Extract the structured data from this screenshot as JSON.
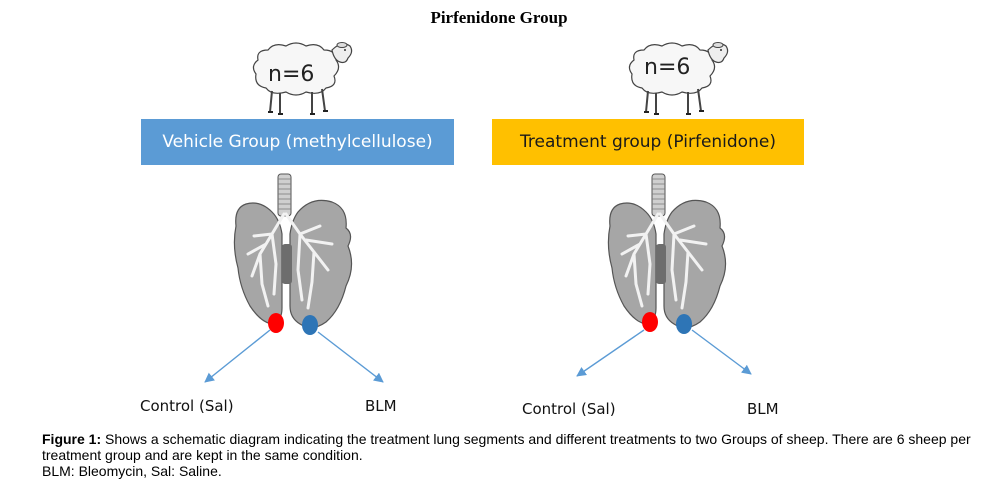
{
  "title": "Pirfenidone Group",
  "groups": [
    {
      "count_label": "n=6",
      "name": "Vehicle Group (methylcellulose)",
      "color": "#5b9bd5",
      "markers": [
        {
          "color": "#ff0000",
          "label": "Control (Sal)"
        },
        {
          "color": "#2e75b6",
          "label": "BLM"
        }
      ]
    },
    {
      "count_label": "n=6",
      "name": "Treatment group (Pirfenidone)",
      "color": "#ffc000",
      "markers": [
        {
          "color": "#ff0000",
          "label": "Control (Sal)"
        },
        {
          "color": "#2e75b6",
          "label": "BLM"
        }
      ]
    }
  ],
  "caption": {
    "label": "Figure 1:",
    "text": " Shows a schematic diagram indicating the treatment lung segments and different treatments to two Groups of sheep. There are 6 sheep per treatment group and are kept in the same condition.",
    "abbreviations": "BLM: Bleomycin, Sal: Saline."
  },
  "icons": [
    "sheep-icon",
    "lung-icon",
    "arrow-icon"
  ]
}
